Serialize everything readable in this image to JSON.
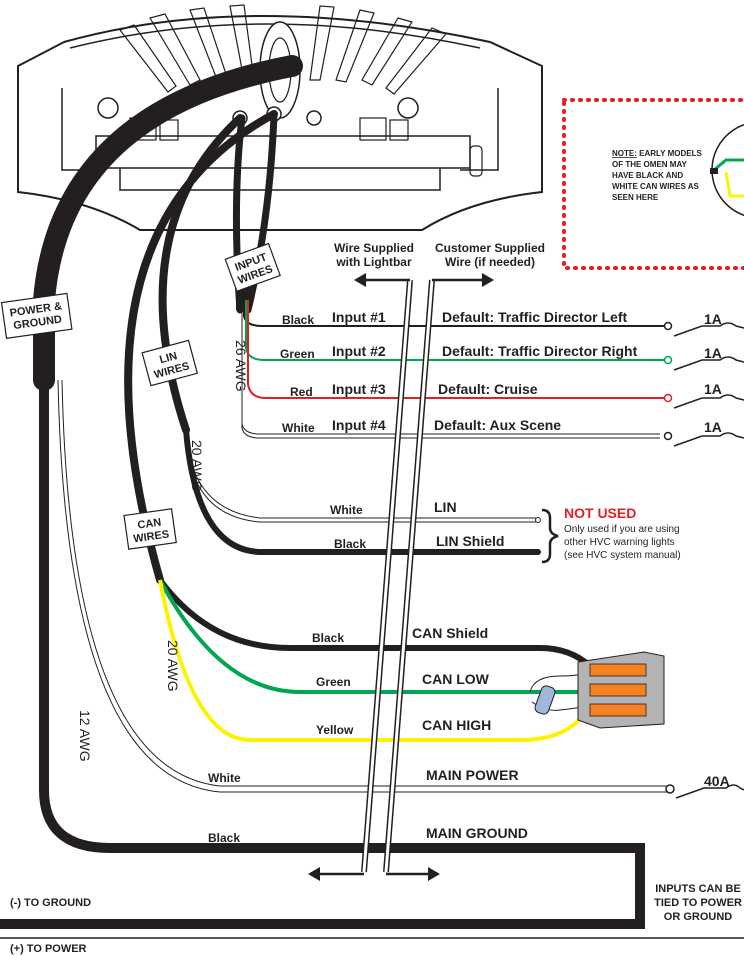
{
  "supply_labels": {
    "lightbar_line1": "Wire Supplied",
    "lightbar_line2": "with Lightbar",
    "customer_line1": "Customer Supplied",
    "customer_line2": "Wire (if needed)"
  },
  "note": {
    "line1_prefix": "NOTE:",
    "line1_rest": " EARLY MODELS",
    "line2": "OF THE OMEN MAY",
    "line3": "HAVE BLACK AND",
    "line4": "WHITE CAN WIRES AS",
    "line5": "SEEN HERE"
  },
  "bundle_tags": {
    "power_ground_1": "POWER &",
    "power_ground_2": "GROUND",
    "input_1": "INPUT",
    "input_2": "WIRES",
    "lin_1": "LIN",
    "lin_2": "WIRES",
    "can_1": "CAN",
    "can_2": "WIRES"
  },
  "gauges": {
    "input": "26 AWG",
    "lin": "20 AWG",
    "can": "20 AWG",
    "power": "12 AWG"
  },
  "inputs": [
    {
      "color_name": "Black",
      "label": "Input #1",
      "default": "Default: Traffic Director Left",
      "fuse": "1A"
    },
    {
      "color_name": "Green",
      "label": "Input #2",
      "default": "Default: Traffic Director Right",
      "fuse": "1A"
    },
    {
      "color_name": "Red",
      "label": "Input #3",
      "default": "Default: Cruise",
      "fuse": "1A"
    },
    {
      "color_name": "White",
      "label": "Input #4",
      "default": "Default: Aux Scene",
      "fuse": "1A"
    }
  ],
  "lin": [
    {
      "color_name": "White",
      "label": "LIN"
    },
    {
      "color_name": "Black",
      "label": "LIN Shield"
    }
  ],
  "not_used": {
    "title": "NOT USED",
    "line1": "Only used if you are using",
    "line2": "other HVC warning lights",
    "line3": "(see HVC system manual)"
  },
  "can": [
    {
      "color_name": "Black",
      "label": "CAN Shield"
    },
    {
      "color_name": "Green",
      "label": "CAN LOW"
    },
    {
      "color_name": "Yellow",
      "label": "CAN HIGH"
    }
  ],
  "power": {
    "white_name": "White",
    "main_power": "MAIN POWER",
    "power_fuse": "40A",
    "black_name": "Black",
    "main_ground": "MAIN GROUND"
  },
  "bottom": {
    "to_ground": "(-) TO GROUND",
    "to_power": "(+) TO POWER",
    "tied_1": "INPUTS CAN BE",
    "tied_2": "TIED TO POWER",
    "tied_3": "OR GROUND"
  },
  "colors": {
    "black": "#231f20",
    "green": "#00a651",
    "red": "#e31e24",
    "yellow": "#fff200",
    "white_wire": "#ffffff",
    "connector_orange": "#f58220",
    "connector_gray": "#b3b3b3"
  }
}
